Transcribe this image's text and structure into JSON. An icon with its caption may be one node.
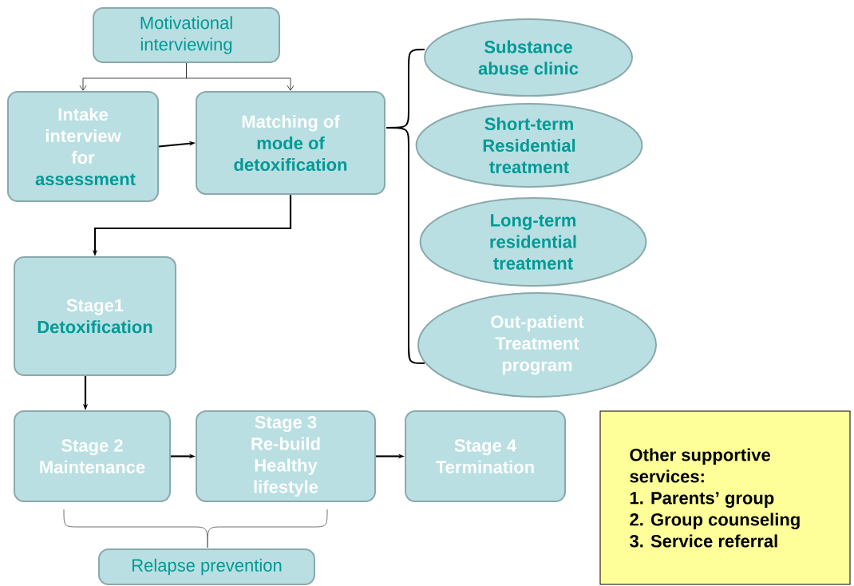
{
  "diagram": {
    "nodes": [
      {
        "text": [
          "Motivational interviewing"
        ]
      },
      {
        "text": [
          "Intake interview for",
          "assessment"
        ]
      },
      {
        "text": [
          "Matching of",
          "mode of detoxification"
        ]
      },
      {
        "text": [
          "Substance abuse clinic"
        ]
      },
      {
        "text": [
          "Short-term Residential treatment"
        ]
      },
      {
        "text": [
          "Long-term residential treatment"
        ]
      },
      {
        "text": [
          "Out-patient Treatment program"
        ]
      },
      {
        "text": [
          "Stage1",
          "Detoxification"
        ]
      },
      {
        "text": [
          "Stage 2 Maintenance"
        ]
      },
      {
        "text": [
          "Stage 3 Re-build Healthy lifestyle"
        ]
      },
      {
        "text": [
          "Stage 4 Termination"
        ]
      },
      {
        "text": [
          "Relapse prevention"
        ]
      },
      {
        "text": [
          "Other supportive services:",
          "1. Parents’ group",
          "2. Group counseling",
          "3. Service referral"
        ]
      }
    ],
    "edges": [
      {
        "from": 0,
        "to": 1,
        "arrow": "to"
      },
      {
        "from": 0,
        "to": 2,
        "arrow": "to"
      },
      {
        "from": 1,
        "to": 2,
        "arrow": "to"
      },
      {
        "from": 2,
        "to": 7,
        "arrow": "to"
      },
      {
        "from": 7,
        "to": 8,
        "arrow": "to"
      },
      {
        "from": 8,
        "to": 9,
        "arrow": "to"
      },
      {
        "from": 9,
        "to": 10,
        "arrow": "to"
      }
    ]
  }
}
